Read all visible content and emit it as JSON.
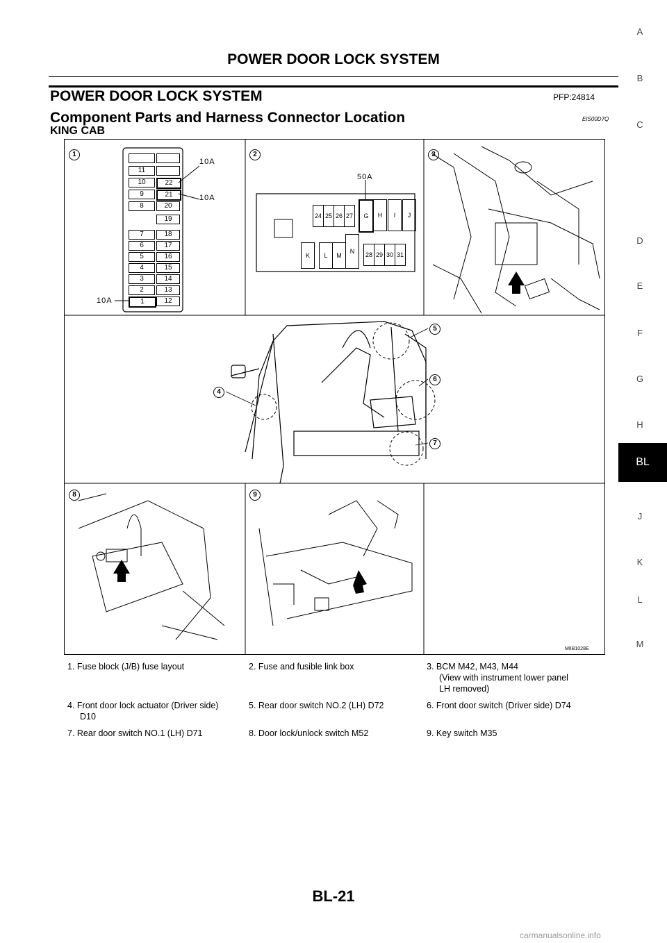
{
  "header": {
    "title": "POWER DOOR LOCK SYSTEM"
  },
  "section": {
    "title": "POWER DOOR LOCK SYSTEM",
    "pfp": "PFP:24814",
    "subtitle": "Component Parts and Harness Connector Location",
    "code": "EIS00D7Q",
    "cab": "KING CAB"
  },
  "side_index": [
    "A",
    "B",
    "C",
    "D",
    "E",
    "F",
    "G",
    "H",
    "BL",
    "J",
    "K",
    "L",
    "M"
  ],
  "active_tab": "BL",
  "figure": {
    "panel_markers": [
      "1",
      "2",
      "3",
      "4",
      "5",
      "6",
      "7",
      "8",
      "9"
    ],
    "fuse_block": {
      "left_col": [
        "11",
        "10",
        "9",
        "8",
        "7",
        "6",
        "5",
        "4",
        "3",
        "2",
        "1"
      ],
      "right_col": [
        "22",
        "21",
        "20",
        "19",
        "18",
        "17",
        "16",
        "15",
        "14",
        "13",
        "12"
      ],
      "labels": [
        "10A",
        "10A",
        "10A"
      ]
    },
    "fusible_link": {
      "label": "50A",
      "top_row": [
        "24",
        "25",
        "26",
        "27",
        "G",
        "H",
        "I",
        "J"
      ],
      "bottom_row": [
        "K",
        "L",
        "M",
        "N",
        "28",
        "29",
        "30",
        "31"
      ]
    },
    "figure_code": "MIIB1028E"
  },
  "captions": [
    "1. Fuse block (J/B) fuse layout",
    "2. Fuse and fusible link box",
    "3. BCM M42, M43, M44",
    "(View with instrument lower panel",
    "LH removed)",
    "4. Front door lock actuator (Driver side)",
    "D10",
    "5. Rear door switch NO.2 (LH) D72",
    "6. Front door switch (Driver side) D74",
    "7. Rear door switch NO.1 (LH) D71",
    "8. Door lock/unlock switch M52",
    "9. Key switch M35"
  ],
  "footer": {
    "page": "BL-21",
    "watermark": "carmanualsonline.info"
  }
}
